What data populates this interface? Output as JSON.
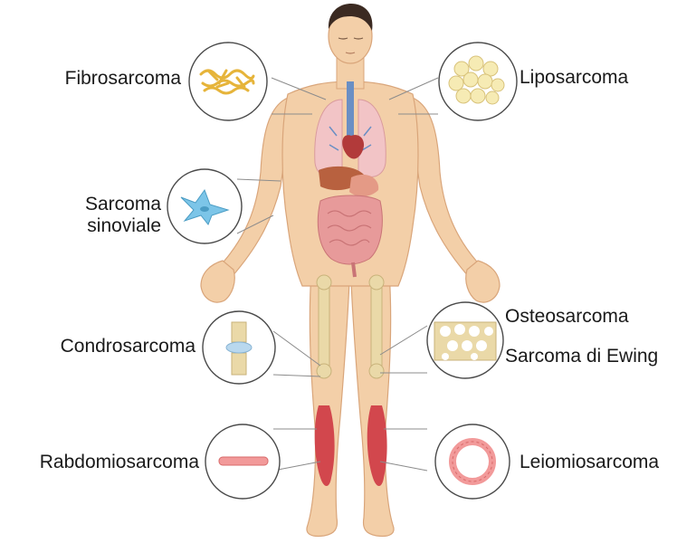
{
  "labels": {
    "fibrosarcoma": "Fibrosarcoma",
    "liposarcoma": "Liposarcoma",
    "sarcoma_sinoviale_1": "Sarcoma",
    "sarcoma_sinoviale_2": "sinoviale",
    "condrosarcoma": "Condrosarcoma",
    "osteosarcoma": "Osteosarcoma",
    "sarcoma_ewing": "Sarcoma di Ewing",
    "rabdomiosarcoma": "Rabdomiosarcoma",
    "leiomiosarcoma": "Leiomiosarcoma"
  },
  "colors": {
    "skin": "#f3cfa8",
    "skin_outline": "#d9a57a",
    "hair": "#3b2a22",
    "lung": "#f2c4c6",
    "intestine": "#e79a9a",
    "liver": "#b8613f",
    "bone": "#ead9a8",
    "muscle": "#d2474d",
    "fibro": "#e6b43a",
    "fat": "#f6ebb4",
    "synovial": "#7cc5e8",
    "circle_stroke": "#4a4a4a",
    "leader_line": "#8c8c8c"
  }
}
